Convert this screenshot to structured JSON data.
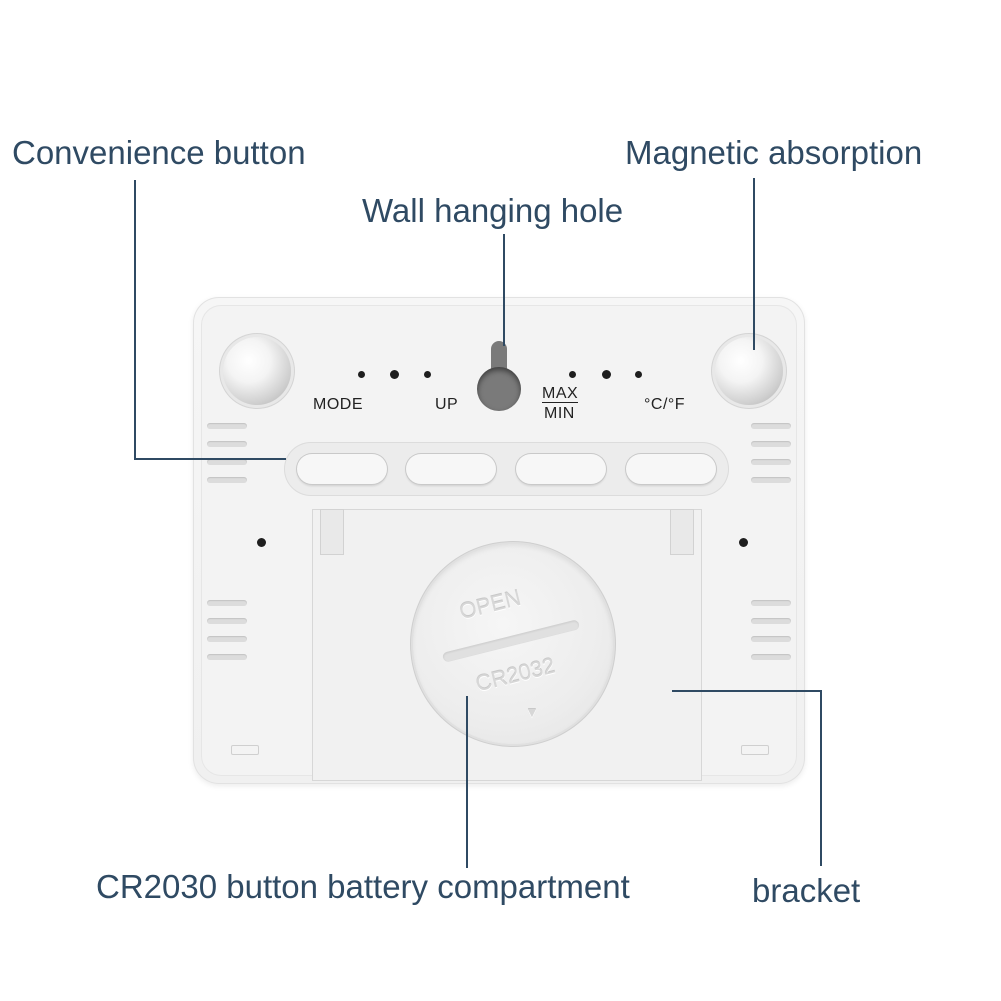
{
  "callouts": {
    "convenience_button": "Convenience button",
    "magnetic_absorption": "Magnetic absorption",
    "wall_hanging_hole": "Wall hanging hole",
    "battery_compartment": "CR2030 button battery compartment",
    "bracket": "bracket"
  },
  "device": {
    "buttons": {
      "mode": "MODE",
      "up": "UP",
      "max": "MAX",
      "min": "MIN",
      "unit": "°C/°F"
    },
    "battery_cover": {
      "open": "OPEN",
      "model": "CR2032",
      "arrow": "▼"
    }
  },
  "colors": {
    "callout_text": "#2f4a63",
    "device_body": "#f3f3f3"
  }
}
